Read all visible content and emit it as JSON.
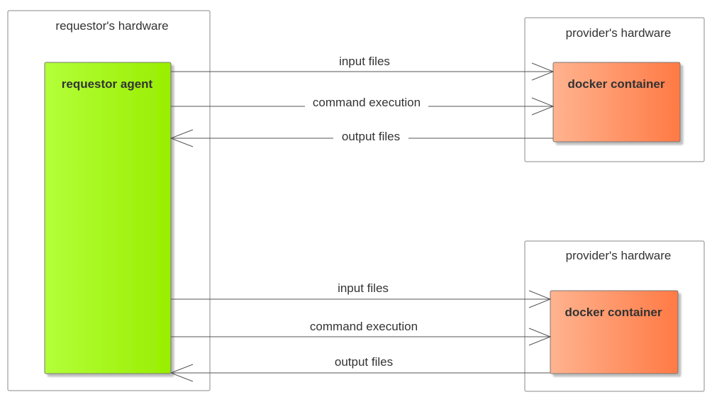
{
  "requestor": {
    "frame_title": "requestor's hardware",
    "agent_label": "requestor agent"
  },
  "providers": [
    {
      "frame_title": "provider's hardware",
      "container_label": "docker container",
      "flows": {
        "input": "input files",
        "command": "command execution",
        "output": "output files"
      }
    },
    {
      "frame_title": "provider's hardware",
      "container_label": "docker container",
      "flows": {
        "input": "input files",
        "command": "command execution",
        "output": "output files"
      }
    }
  ],
  "colors": {
    "agent_fill_start": "#b3ff3a",
    "agent_fill_end": "#99ee00",
    "container_fill_start": "#ffb38f",
    "container_fill_end": "#ff7a45",
    "frame_stroke": "#888888",
    "line_stroke": "#555555"
  }
}
